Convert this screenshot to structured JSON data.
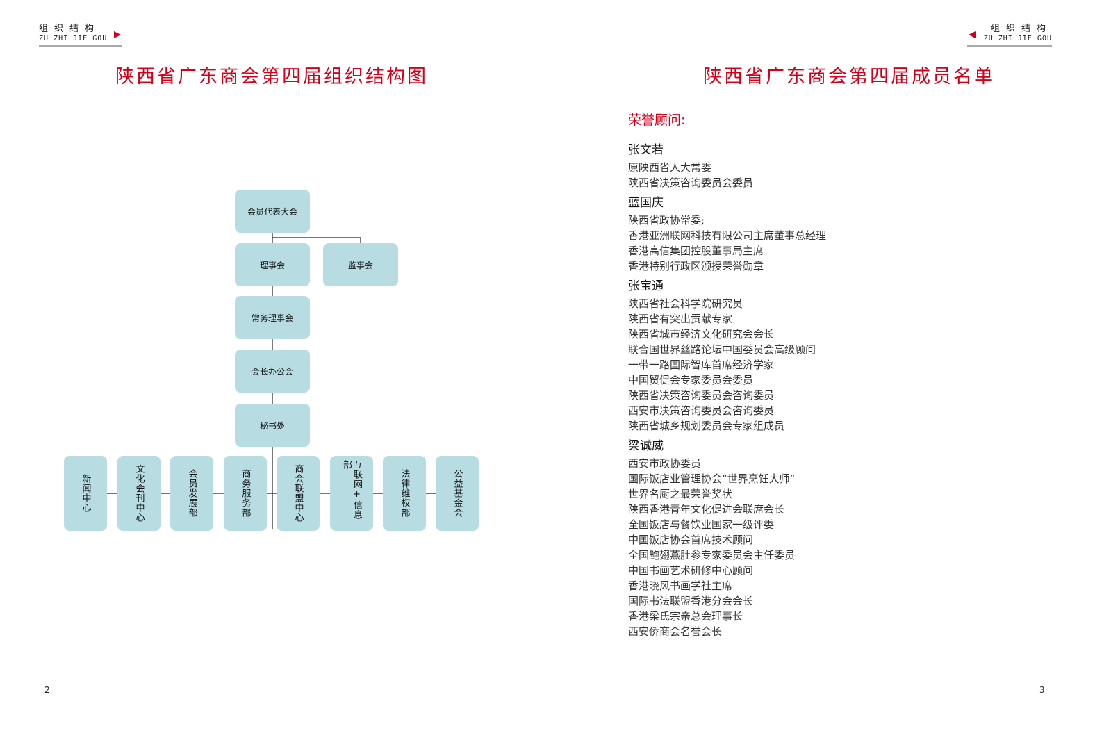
{
  "left_page": {
    "tag_cn": "组织结构",
    "tag_pinyin": "ZU ZHI JIE GOU",
    "title": "陕西省广东商会第四届组织结构图",
    "page_number": "2",
    "org_chart": {
      "top_nodes": {
        "assembly": "会员代表大会",
        "council": "理事会",
        "supervisory": "监事会",
        "standing": "常务理事会",
        "president_office": "会长办公会",
        "secretariat": "秘书处"
      },
      "departments": [
        "新闻中心",
        "文化会刊中心",
        "会员发展部",
        "商务服务部",
        "商会联盟中心",
        "互联网+信息部",
        "法律维权部",
        "公益基金会"
      ]
    }
  },
  "right_page": {
    "tag_cn": "组织结构",
    "tag_pinyin": "ZU ZHI JIE GOU",
    "title": "陕西省广东商会第四届成员名单",
    "page_number": "3",
    "section_title": "荣誉顾问:",
    "members": [
      {
        "name": "张文若",
        "titles": [
          "原陕西省人大常委",
          "陕西省决策咨询委员会委员"
        ]
      },
      {
        "name": "蓝国庆",
        "titles": [
          "陕西省政协常委;",
          "香港亚洲联网科技有限公司主席董事总经理",
          "香港高信集团控股董事局主席",
          "香港特别行政区颁授荣誉勋章"
        ]
      },
      {
        "name": "张宝通",
        "titles": [
          "陕西省社会科学院研究员",
          "陕西省有突出贡献专家",
          "陕西省城市经济文化研究会会长",
          "联合国世界丝路论坛中国委员会高级顾问",
          "一带一路国际智库首席经济学家",
          "中国贸促会专家委员会委员",
          "陕西省决策咨询委员会咨询委员",
          "西安市决策咨询委员会咨询委员",
          "陕西省城乡规划委员会专家组成员"
        ]
      },
      {
        "name": "梁诚威",
        "titles": [
          "西安市政协委员",
          "国际饭店业管理协会“世界烹饪大师”",
          "世界名厨之最荣誉奖状",
          "陕西香港青年文化促进会联席会长",
          "全国饭店与餐饮业国家一级评委",
          "中国饭店协会首席技术顾问",
          "全国鲍翅燕肚参专家委员会主任委员",
          "中国书画艺术研修中心顾问",
          "香港晓风书画学社主席",
          "国际书法联盟香港分会会长",
          "香港梁氏宗亲总会理事长",
          "西安侨商会名誉会长"
        ]
      }
    ]
  },
  "colors": {
    "accent": "#d4001a",
    "node_fill": "#b7dde3",
    "rule": "#aaaaaa"
  }
}
